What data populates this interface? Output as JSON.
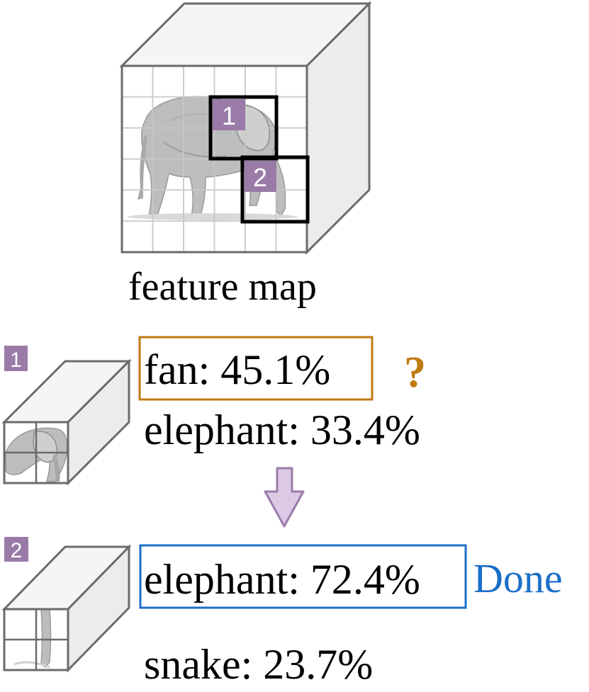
{
  "feature_map": {
    "caption": "feature map",
    "region_1_label": "1",
    "region_2_label": "2"
  },
  "region_1": {
    "badge": "1",
    "top_prediction": "fan: 45.1%",
    "second_prediction": "elephant: 33.4%",
    "status_mark": "?"
  },
  "region_2": {
    "badge": "2",
    "top_prediction": "elephant: 72.4%",
    "second_prediction": "snake: 23.7%",
    "status_text": "Done"
  },
  "colors": {
    "badge_purple": "#9a7ba8",
    "uncertain_orange": "#c07a12",
    "done_blue": "#1b6fc7",
    "arrow_lavender": "#dcc9e6",
    "arrow_outline": "#9a7ba8",
    "cube_edge": "#6b6b6b",
    "grid_line": "#c8c8c8"
  }
}
